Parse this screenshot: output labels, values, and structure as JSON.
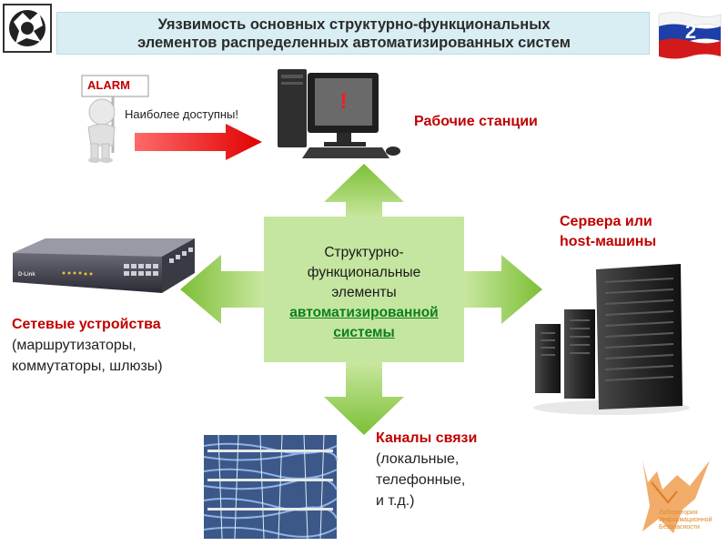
{
  "title": {
    "line1": "Уязвимость основных структурно-функциональных",
    "line2": "элементов распределенных автоматизированных систем"
  },
  "slide_number": "2",
  "alarm": {
    "sign": "ALARM",
    "caption": "Наиболее доступны!",
    "monitor_mark": "!"
  },
  "workstations": {
    "label": "Рабочие станции"
  },
  "servers": {
    "line1": "Сервера или",
    "line2": "host-машины"
  },
  "network_devices": {
    "label": "Сетевые устройства",
    "line1": "(маршрутизаторы,",
    "line2": "коммутаторы, шлюзы)"
  },
  "channels": {
    "label": "Каналы связи",
    "line1": "(локальные,",
    "line2": "телефонные,",
    "line3": "и т.д.)"
  },
  "center": {
    "line1": "Структурно-",
    "line2": "функциональные",
    "line3": "элементы",
    "line4": "автоматизированной",
    "line5": "системы"
  },
  "lab_logo": {
    "line1": "Лаборатория",
    "line2": "Информационной",
    "line3": "Безопасности"
  },
  "switch_brand": "D-Link",
  "colors": {
    "accent_red": "#c00000",
    "arrow_green": "#8cc63f",
    "center_green": "#c5e6a0",
    "title_bg": "#d9eef3"
  }
}
